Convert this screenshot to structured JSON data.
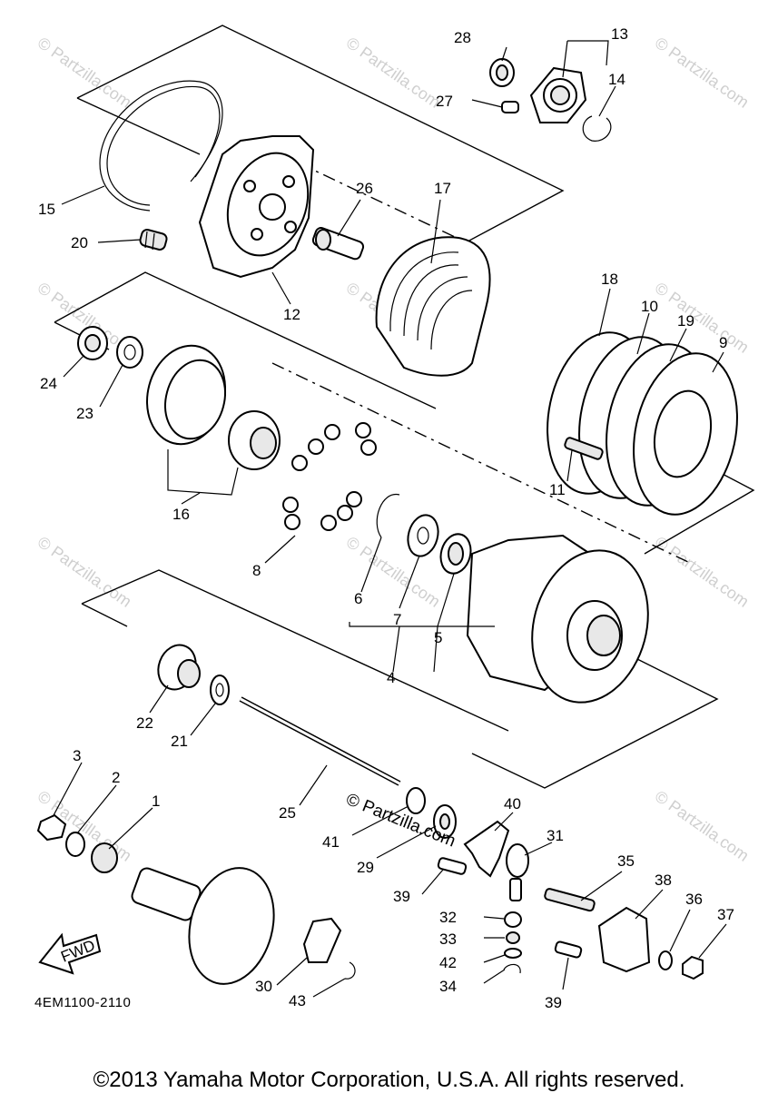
{
  "diagram": {
    "drawing_code": "4EM1100-2110",
    "copyright": "©2013 Yamaha Motor Corporation, U.S.A. All rights reserved.",
    "center_watermark": "© Partzilla.com",
    "watermark_text": "© Partzilla.com",
    "fwd_label": "FWD",
    "callouts": [
      "1",
      "2",
      "3",
      "4",
      "5",
      "6",
      "7",
      "8",
      "9",
      "10",
      "11",
      "12",
      "13",
      "14",
      "15",
      "16",
      "17",
      "18",
      "19",
      "20",
      "21",
      "22",
      "23",
      "24",
      "25",
      "26",
      "27",
      "28",
      "29",
      "30",
      "31",
      "32",
      "33",
      "34",
      "35",
      "36",
      "37",
      "38",
      "39",
      "39",
      "40",
      "41",
      "42",
      "43"
    ]
  }
}
